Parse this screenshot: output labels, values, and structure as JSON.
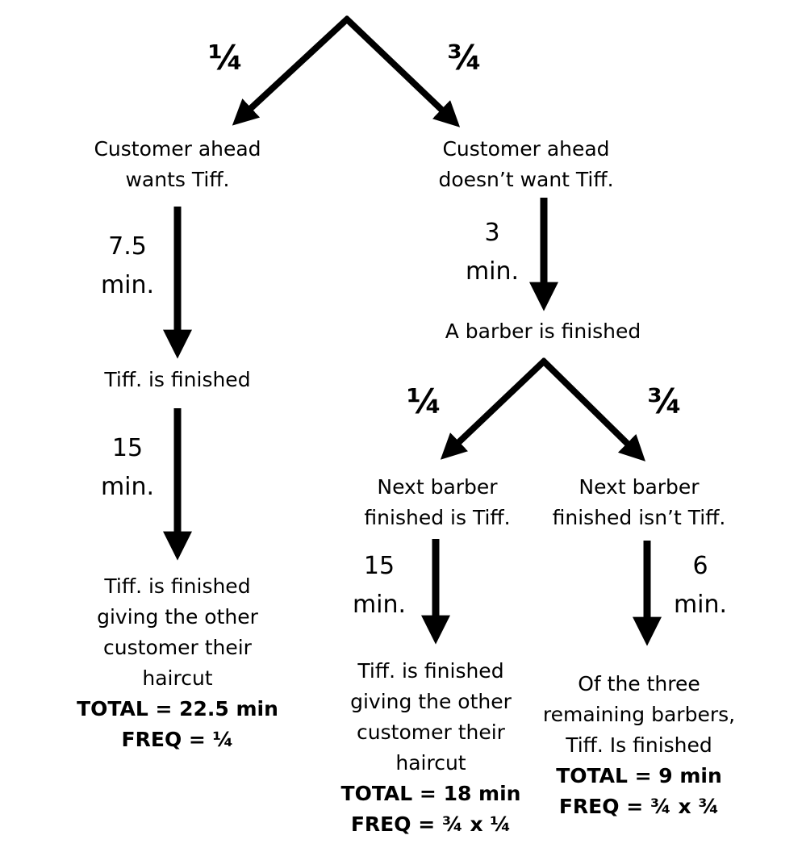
{
  "branches": {
    "top_left": "¼",
    "top_right": "¾",
    "mid_left": "¼",
    "mid_right": "¾"
  },
  "nodes": {
    "wants": [
      "Customer ahead",
      "wants Tiff."
    ],
    "not_wants": [
      "Customer ahead",
      "doesn’t want Tiff."
    ],
    "tiff_finished": [
      "Tiff. is finished"
    ],
    "barber_finished": [
      "A barber is finished"
    ],
    "next_is_tiff": [
      "Next barber",
      "finished is Tiff."
    ],
    "next_isnt_tiff": [
      "Next barber",
      "finished isn’t Tiff."
    ],
    "leaf1": {
      "lines": [
        "Tiff. is finished",
        "giving the other",
        "customer their",
        "haircut"
      ],
      "total": "TOTAL = 22.5 min",
      "freq": "FREQ = ¼"
    },
    "leaf2": {
      "lines": [
        "Tiff. is finished",
        "giving the other",
        "customer their",
        "haircut"
      ],
      "total": "TOTAL = 18 min",
      "freq": "FREQ = ¾ x ¼"
    },
    "leaf3": {
      "lines": [
        "Of the three",
        "remaining barbers,",
        "Tiff. Is finished"
      ],
      "total": "TOTAL = 9 min",
      "freq": "FREQ = ¾ x ¾"
    }
  },
  "times": {
    "t1": [
      "7.5",
      "min."
    ],
    "t2": [
      "15",
      "min."
    ],
    "t3": [
      "3",
      "min."
    ],
    "t4": [
      "15",
      "min."
    ],
    "t5": [
      "6",
      "min."
    ]
  }
}
